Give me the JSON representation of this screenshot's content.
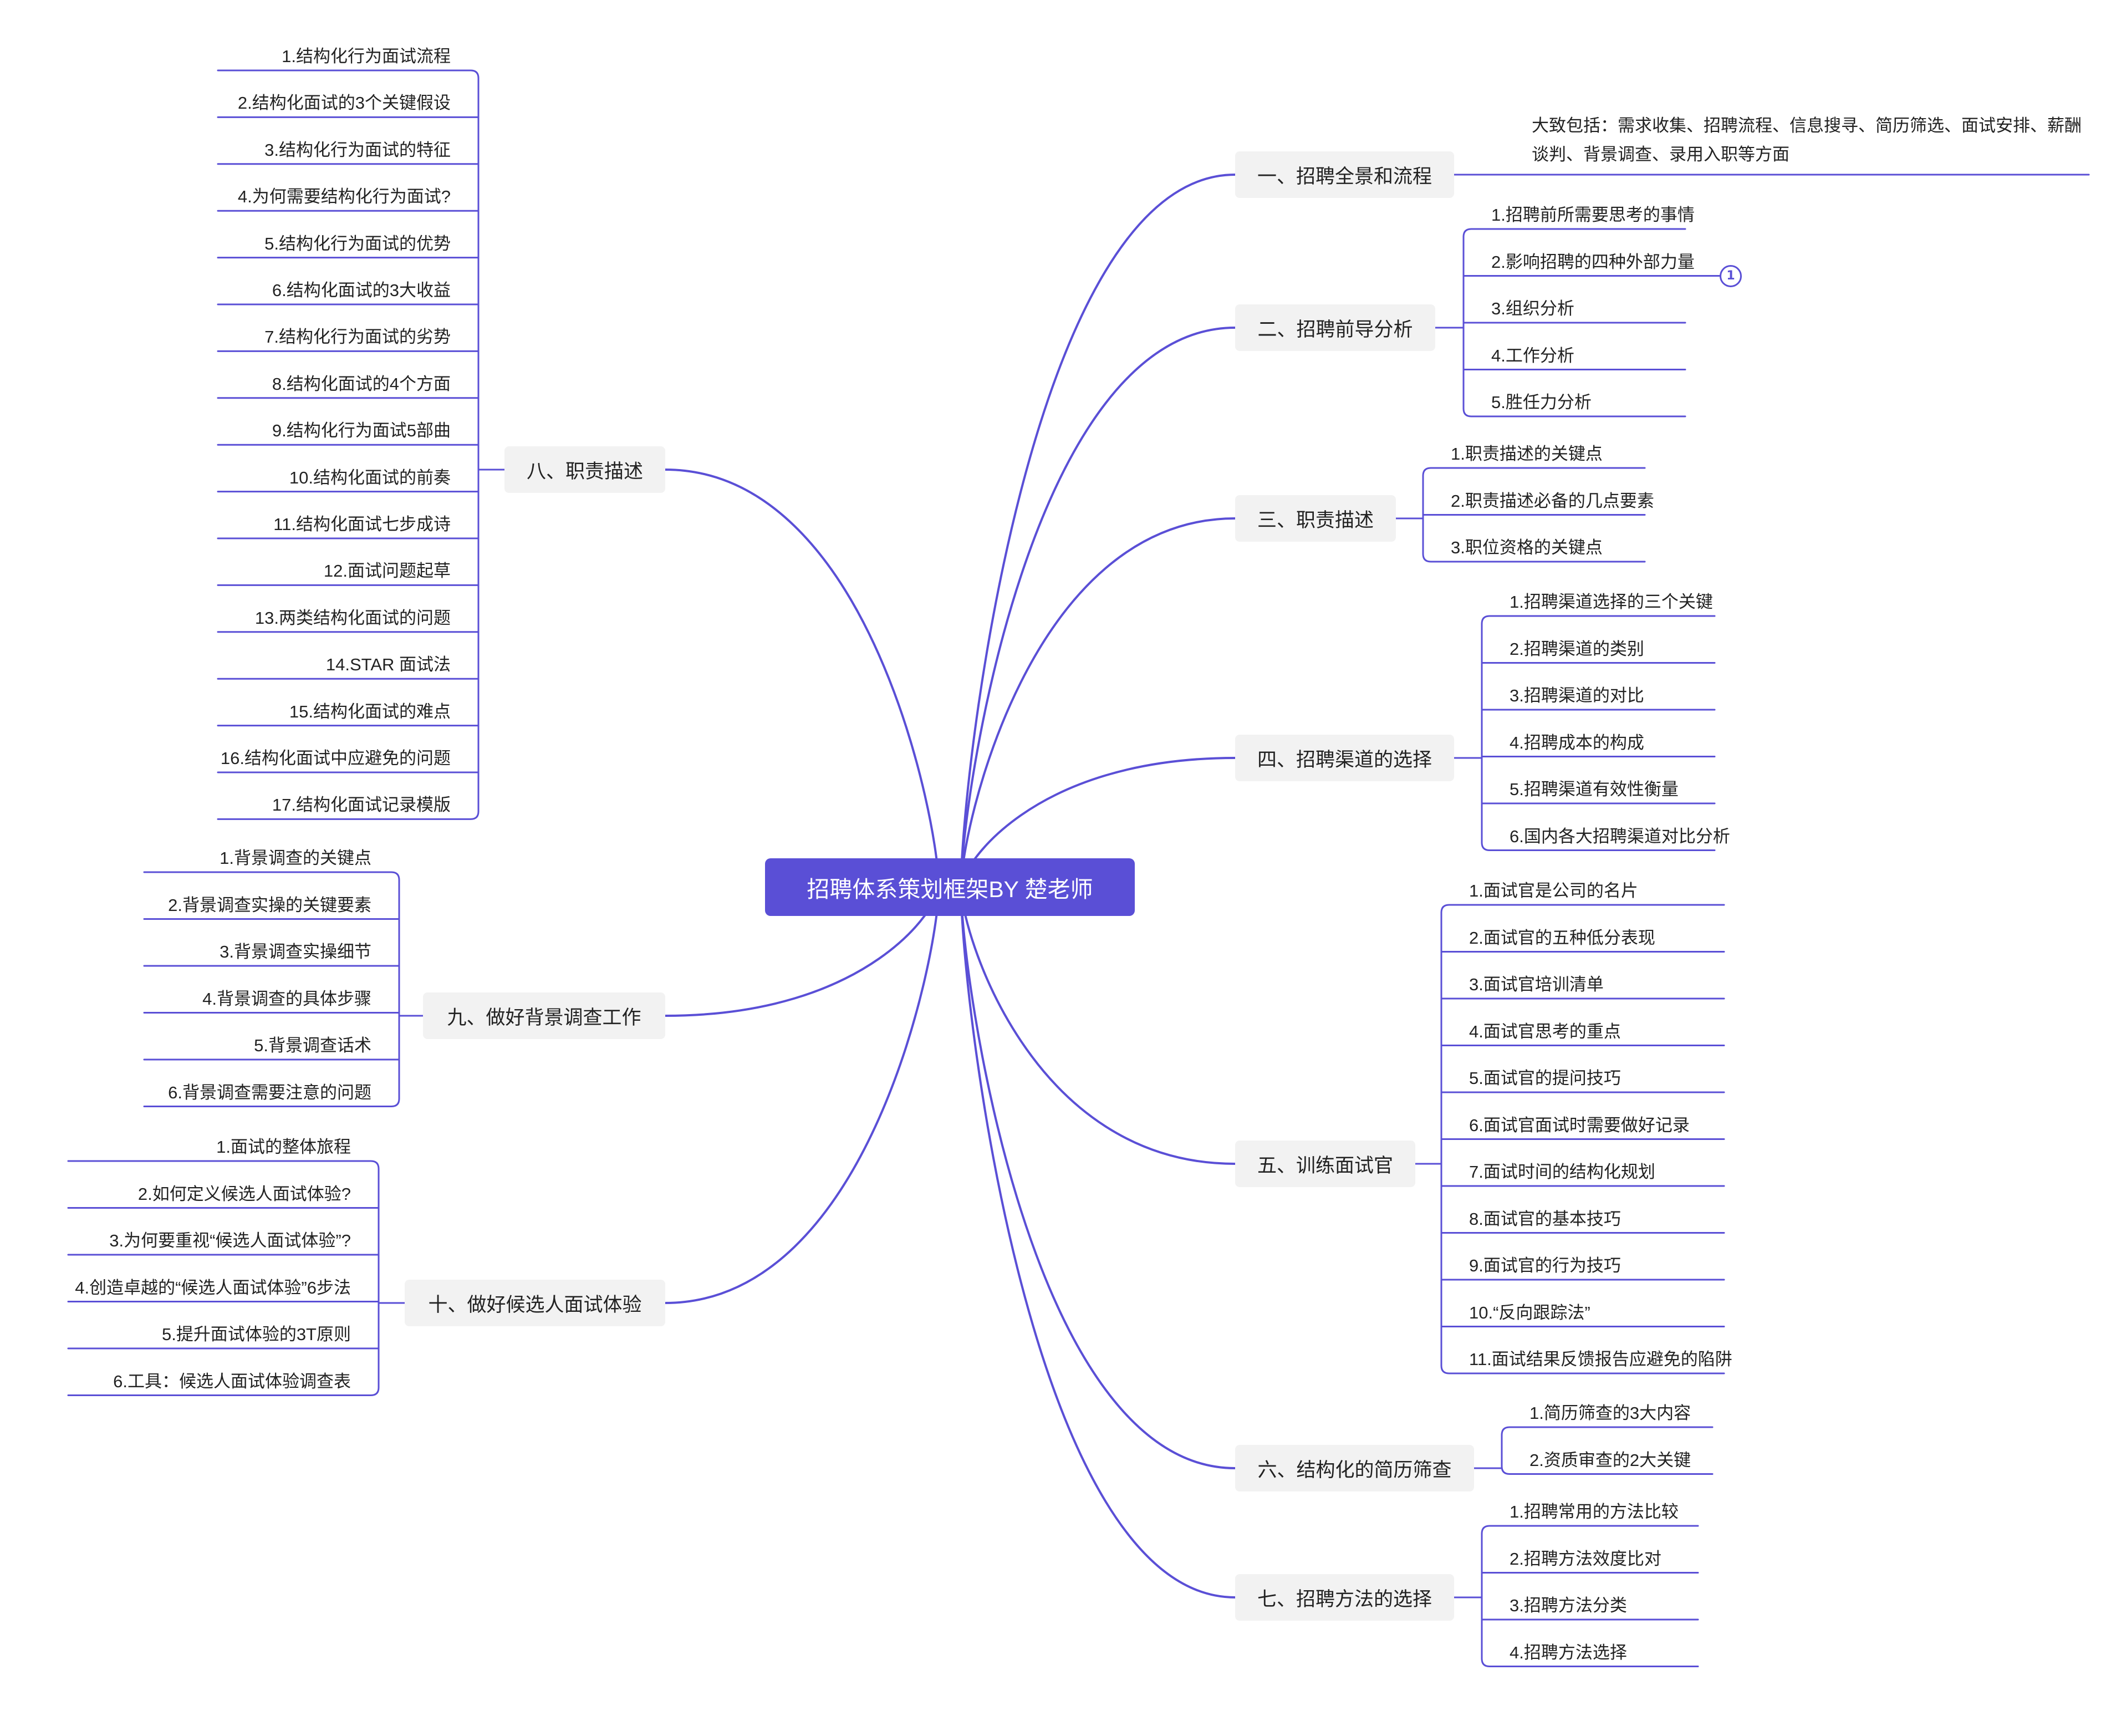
{
  "colors": {
    "accent": "#5a4fd6",
    "branch_bg": "#f2f2f2",
    "root_text": "#ffffff",
    "text": "#222222"
  },
  "root": {
    "label": "招聘体系策划框架BY 楚老师"
  },
  "branches": [
    {
      "id": "b1",
      "label": "一、招聘全景和流程",
      "side": "right",
      "note": "大致包括：需求收集、招聘流程、信息搜寻、简历筛选、面试安排、薪酬谈判、背景调查、录用入职等方面",
      "children": []
    },
    {
      "id": "b2",
      "label": "二、招聘前导分析",
      "side": "right",
      "children": [
        "1.招聘前所需要思考的事情",
        "2.影响招聘的四种外部力量",
        "3.组织分析",
        "4.工作分析",
        "5.胜任力分析"
      ],
      "badge": {
        "child_index": 1,
        "value": "1"
      }
    },
    {
      "id": "b3",
      "label": "三、职责描述",
      "side": "right",
      "children": [
        "1.职责描述的关键点",
        "2.职责描述必备的几点要素",
        "3.职位资格的关键点"
      ]
    },
    {
      "id": "b4",
      "label": "四、招聘渠道的选择",
      "side": "right",
      "children": [
        "1.招聘渠道选择的三个关键",
        "2.招聘渠道的类别",
        "3.招聘渠道的对比",
        "4.招聘成本的构成",
        "5.招聘渠道有效性衡量",
        "6.国内各大招聘渠道对比分析"
      ]
    },
    {
      "id": "b5",
      "label": "五、训练面试官",
      "side": "right",
      "children": [
        "1.面试官是公司的名片",
        "2.面试官的五种低分表现",
        "3.面试官培训清单",
        "4.面试官思考的重点",
        "5.面试官的提问技巧",
        "6.面试官面试时需要做好记录",
        "7.面试时间的结构化规划",
        "8.面试官的基本技巧",
        "9.面试官的行为技巧",
        "10.“反向跟踪法”",
        "11.面试结果反馈报告应避免的陷阱"
      ]
    },
    {
      "id": "b6",
      "label": "六、结构化的简历筛查",
      "side": "right",
      "children": [
        "1.简历筛查的3大内容",
        "2.资质审查的2大关键"
      ]
    },
    {
      "id": "b7",
      "label": "七、招聘方法的选择",
      "side": "right",
      "children": [
        "1.招聘常用的方法比较",
        "2.招聘方法效度比对",
        "3.招聘方法分类",
        "4.招聘方法选择"
      ]
    },
    {
      "id": "b8",
      "label": "八、职责描述",
      "side": "left",
      "children": [
        "1.结构化行为面试流程",
        "2.结构化面试的3个关键假设",
        "3.结构化行为面试的特征",
        "4.为何需要结构化行为面试?",
        "5.结构化行为面试的优势",
        "6.结构化面试的3大收益",
        "7.结构化行为面试的劣势",
        "8.结构化面试的4个方面",
        "9.结构化行为面试5部曲",
        "10.结构化面试的前奏",
        "11.结构化面试七步成诗",
        "12.面试问题起草",
        "13.两类结构化面试的问题",
        "14.STAR 面试法",
        "15.结构化面试的难点",
        "16.结构化面试中应避免的问题",
        "17.结构化面试记录模版"
      ]
    },
    {
      "id": "b9",
      "label": "九、做好背景调查工作",
      "side": "left",
      "children": [
        "1.背景调查的关键点",
        "2.背景调查实操的关键要素",
        "3.背景调查实操细节",
        "4.背景调查的具体步骤",
        "5.背景调查话术",
        "6.背景调查需要注意的问题"
      ]
    },
    {
      "id": "b10",
      "label": "十、做好候选人面试体验",
      "side": "left",
      "children": [
        "1.面试的整体旅程",
        "2.如何定义候选人面试体验?",
        "3.为何要重视“候选人面试体验”?",
        "4.创造卓越的“候选人面试体验”6步法",
        "5.提升面试体验的3T原则",
        "6.工具：候选人面试体验调查表"
      ]
    }
  ]
}
